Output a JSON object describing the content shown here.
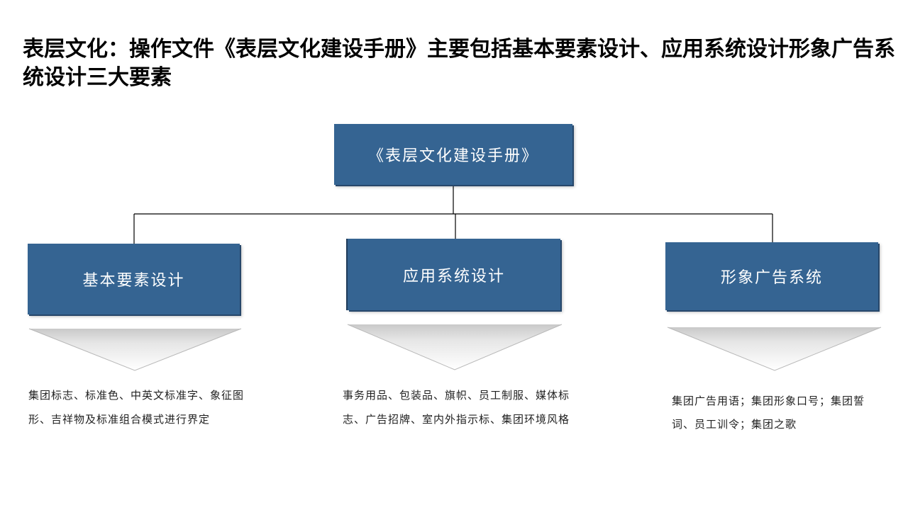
{
  "title": "表层文化：操作文件《表层文化建设手册》主要包括基本要素设计、应用系统设计形象广告系统设计三大要素",
  "root": {
    "label": "《表层文化建设手册》"
  },
  "branches": [
    {
      "label": "基本要素设计",
      "description": "集团标志、标准色、中英文标准字、象征图形、吉祥物及标准组合模式进行界定"
    },
    {
      "label": "应用系统设计",
      "description": "事务用品、包装品、旗帜、员工制服、媒体标志、广告招牌、室内外指示标、集团环境风格"
    },
    {
      "label": "形象广告系统",
      "description": "集团广告用语；集团形象口号；集团誓词、员工训令；集团之歌"
    }
  ],
  "colors": {
    "box_fill": "#356492",
    "box_text": "#ffffff",
    "connector": "#000000"
  }
}
